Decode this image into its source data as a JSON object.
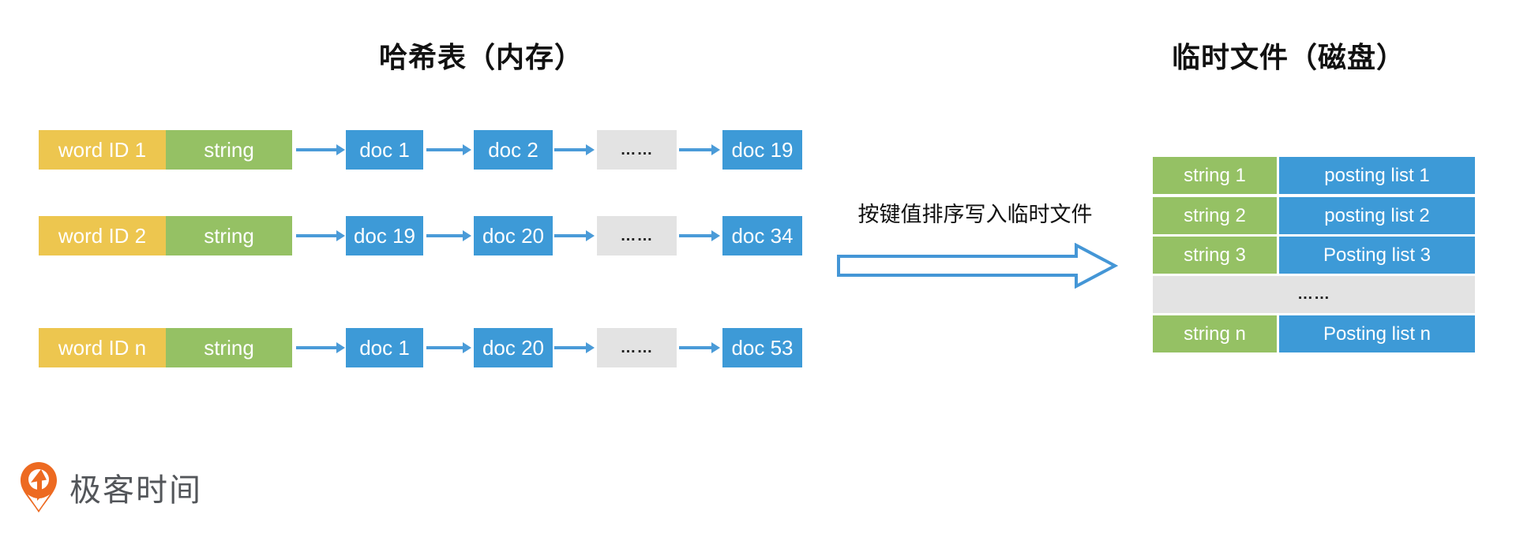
{
  "titles": {
    "left": "哈希表（内存）",
    "right": "临时文件（磁盘）"
  },
  "transfer": {
    "label": "按键值排序写入临时文件"
  },
  "hash_rows": [
    {
      "word_id": "word ID 1",
      "string_label": "string",
      "docs": [
        "doc 1",
        "doc 2",
        "……",
        "doc 19"
      ]
    },
    {
      "word_id": "word ID 2",
      "string_label": "string",
      "docs": [
        "doc 19",
        "doc 20",
        "……",
        "doc 34"
      ]
    },
    {
      "word_id": "word ID n",
      "string_label": "string",
      "docs": [
        "doc 1",
        "doc 20",
        "……",
        "doc 53"
      ]
    }
  ],
  "temp_file": {
    "rows": [
      {
        "key": "string 1",
        "value": "posting list 1"
      },
      {
        "key": "string 2",
        "value": "posting list 2"
      },
      {
        "key": "string 3",
        "value": "Posting list 3"
      },
      {
        "key": "",
        "value": "……"
      },
      {
        "key": "string n",
        "value": "Posting list n"
      }
    ]
  },
  "logo": {
    "text": "极客时间"
  },
  "colors": {
    "word_id_yellow": "#EDC64F",
    "string_green": "#95C164",
    "doc_blue": "#3D9AD7",
    "arrow_blue": "#4A9BD8",
    "ellipsis_gray": "#E3E3E3",
    "logo_orange": "#ED6A21",
    "logo_text_gray": "#53565A"
  }
}
